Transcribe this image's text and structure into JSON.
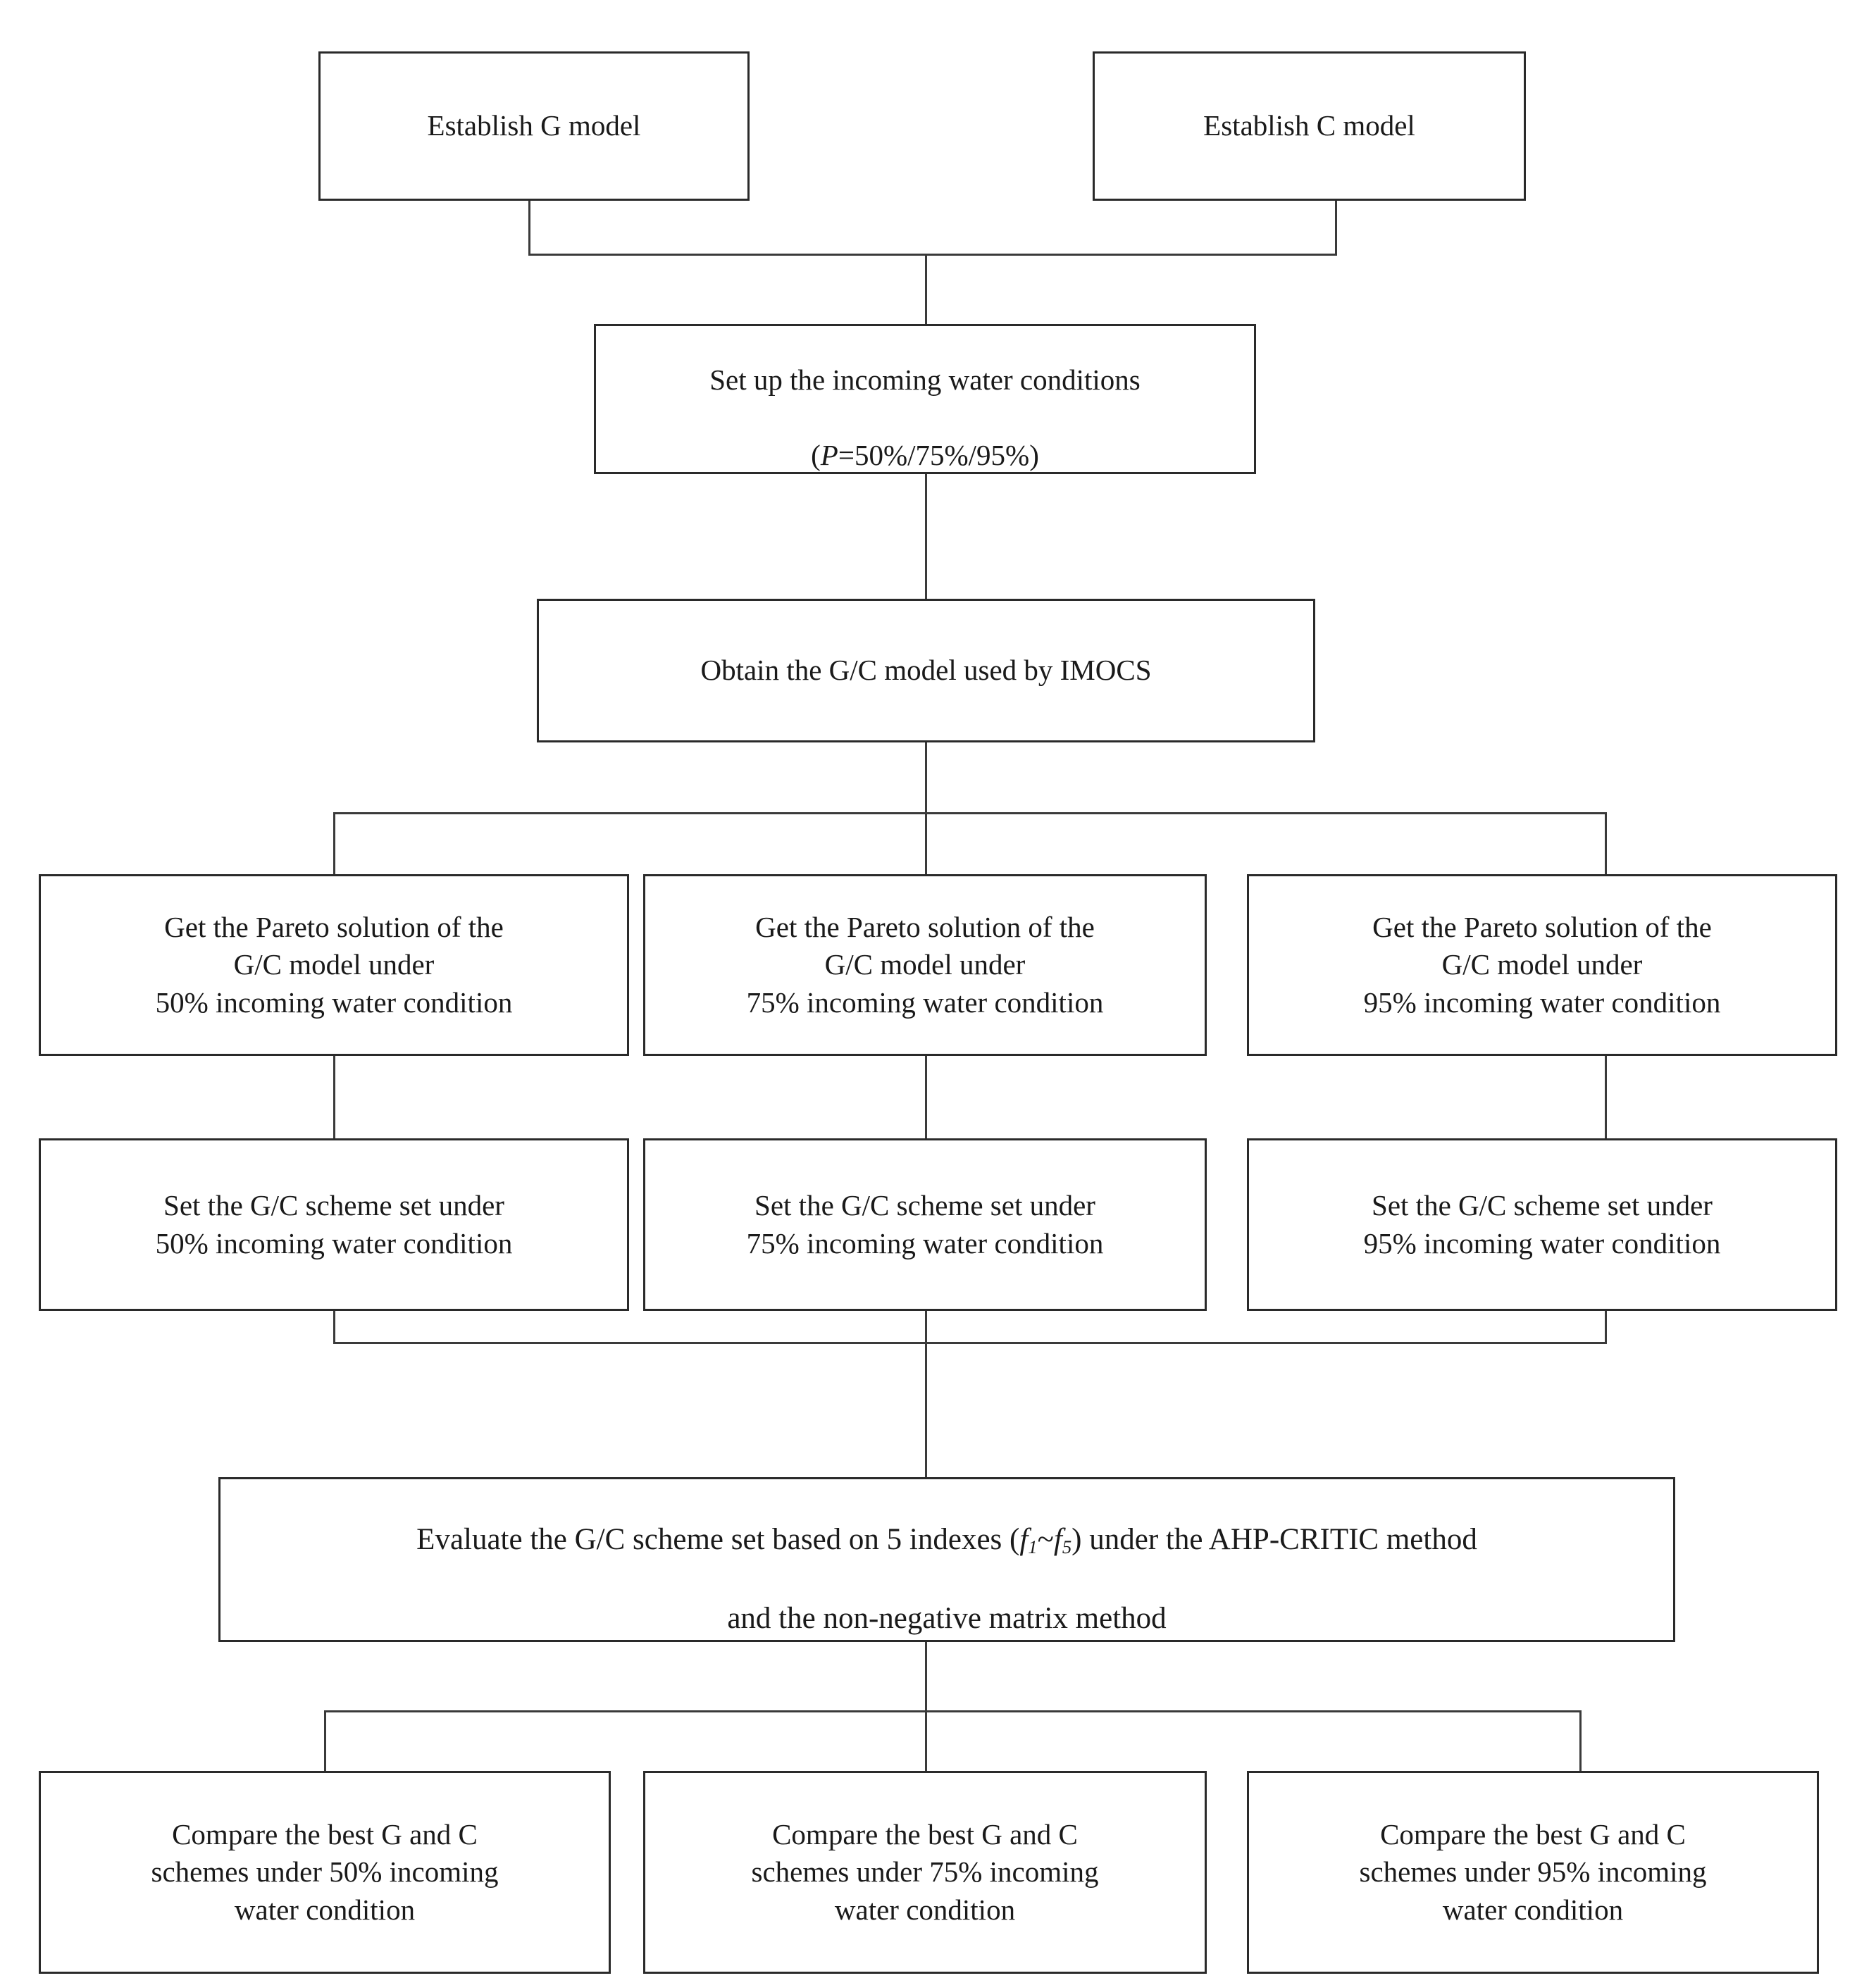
{
  "diagram": {
    "title": "IMOCS G/C model evaluation flowchart",
    "nodes": {
      "establish_g": "Establish G model",
      "establish_c": "Establish C model",
      "incoming_water_line1": "Set up the incoming water conditions",
      "incoming_water_p_symbol": "P",
      "incoming_water_p_values": "=50%/75%/95%",
      "obtain_model": "Obtain the G/C model used by IMOCS",
      "pareto_50": "Get the Pareto solution of the\nG/C model under\n50% incoming water condition",
      "pareto_75": "Get the Pareto solution of the\nG/C model under\n75% incoming water condition",
      "pareto_95": "Get the Pareto solution of the\nG/C model under\n95% incoming water condition",
      "scheme_50": "Set the G/C scheme set under\n50% incoming water condition",
      "scheme_75": "Set the G/C scheme set under\n75% incoming water condition",
      "scheme_95": "Set the G/C scheme set under\n95% incoming water condition",
      "evaluate_part1": "Evaluate the G/C scheme set based on 5 indexes (",
      "evaluate_index_f": "f",
      "evaluate_index_first": "1",
      "evaluate_index_tilde": "~",
      "evaluate_index_last": "5",
      "evaluate_part2": ") under the AHP-CRITIC method",
      "evaluate_line2": "and the non-negative matrix method",
      "compare_50": "Compare the best G and C\nschemes under 50% incoming\nwater condition",
      "compare_75": "Compare the best G and C\nschemes under 75% incoming\nwater condition",
      "compare_95": "Compare the best G and C\nschemes under 95% incoming\nwater condition"
    },
    "colors": {
      "border": "#2a2a2a",
      "connector": "#3a3a3a",
      "background": "#ffffff",
      "text": "#1a1a1a"
    }
  }
}
